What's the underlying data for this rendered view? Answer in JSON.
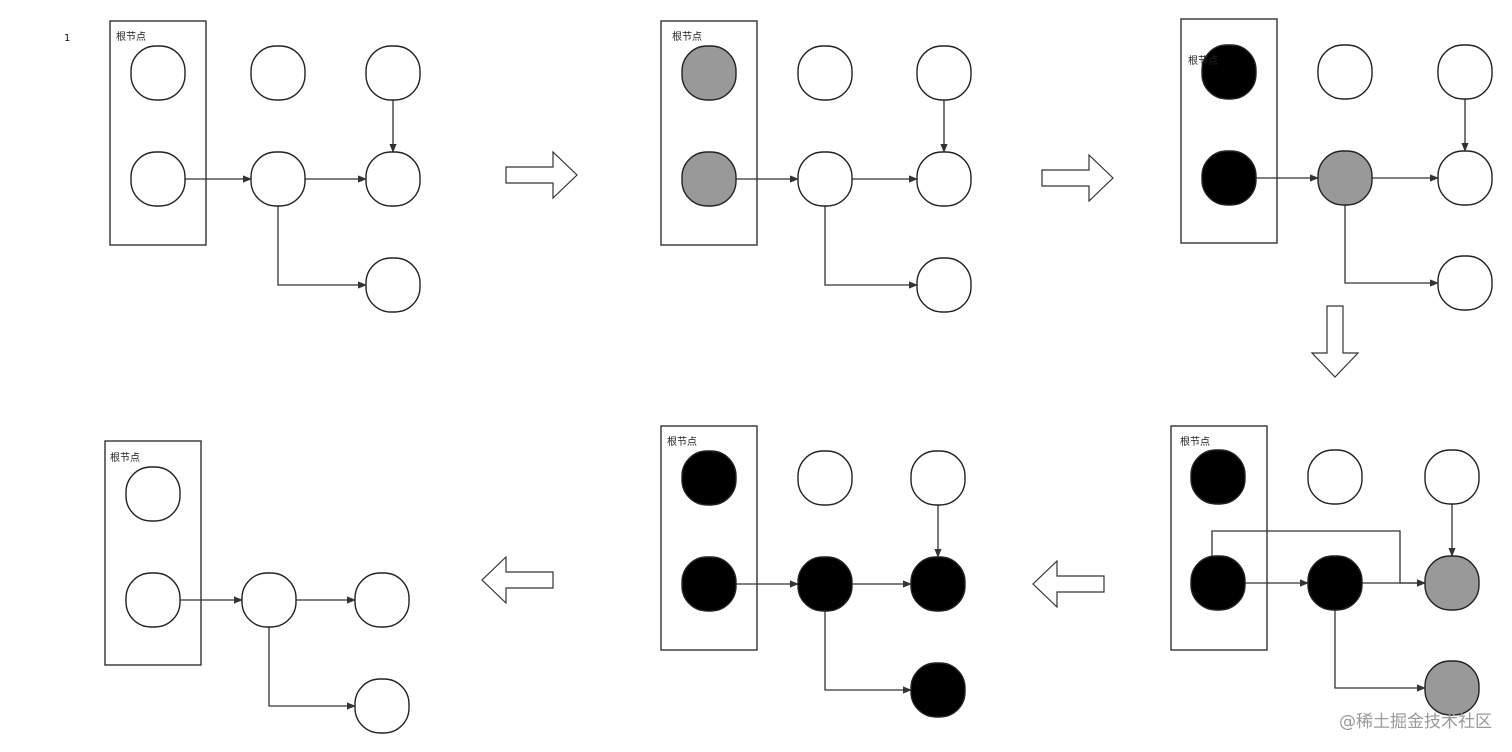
{
  "page_number": "1",
  "watermark": "@稀土掘金技术社区",
  "colors": {
    "white": "#ffffff",
    "gray": "#999999",
    "black": "#000000"
  },
  "panels": [
    {
      "label": "根节点",
      "states": [
        "white",
        "white",
        "white",
        "white",
        "white",
        "white",
        "white"
      ]
    },
    {
      "label": "根节点",
      "states": [
        "gray",
        "gray",
        "white",
        "white",
        "white",
        "white",
        "white"
      ]
    },
    {
      "label": "根节点",
      "states": [
        "black",
        "black",
        "white",
        "white",
        "gray",
        "white",
        "white"
      ]
    },
    {
      "label": "根节点",
      "states": [
        "black",
        "black",
        "white",
        "white",
        "black",
        "gray",
        "gray"
      ]
    },
    {
      "label": "根节点",
      "states": [
        "black",
        "black",
        "white",
        "white",
        "black",
        "black",
        "black"
      ]
    },
    {
      "label": "根节点",
      "states": [
        "white",
        "white",
        "",
        "",
        "white",
        "white",
        "white"
      ]
    }
  ]
}
